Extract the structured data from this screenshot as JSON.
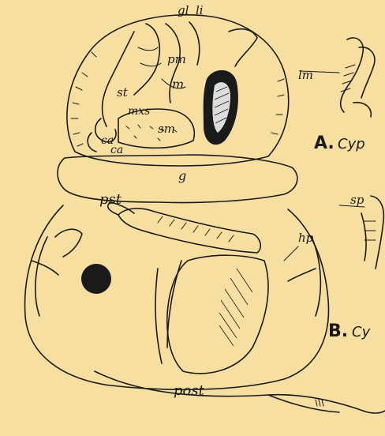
{
  "figure": {
    "labels": {
      "gl": "gl",
      "li": "li",
      "pm": "pm",
      "m": "m",
      "st": "st",
      "mxs": "mxs",
      "sm": "sm",
      "ca": "ca",
      "ca2": "ca",
      "g": "g",
      "pst": "pst",
      "hp": "hp",
      "post": "post",
      "lm": "lm",
      "sp": "sp"
    },
    "panels": {
      "a_letter": "A.",
      "a_text": "Cyp",
      "b_letter": "B.",
      "b_text": "Cy"
    }
  }
}
